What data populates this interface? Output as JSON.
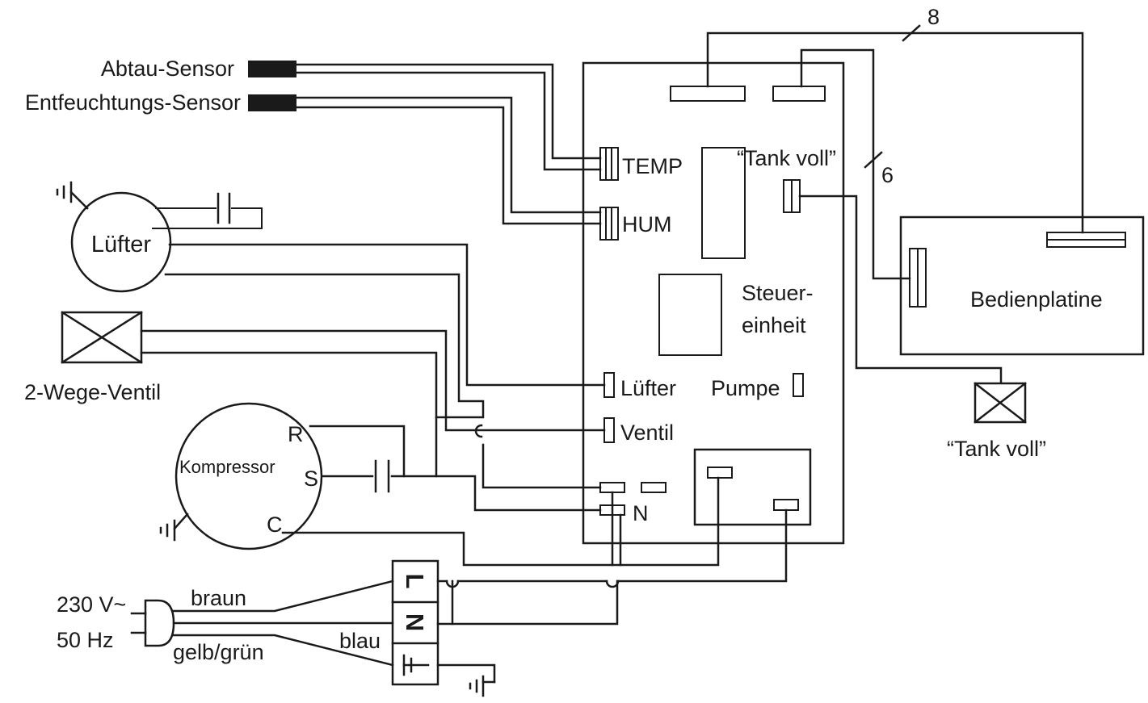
{
  "labels": {
    "abtau_sensor": "Abtau-Sensor",
    "entfeuchtungs_sensor": "Entfeuchtungs-Sensor",
    "temp": "TEMP",
    "hum": "HUM",
    "tank_voll_board": "“Tank voll”",
    "tank_voll_switch": "“Tank voll”",
    "bus_8": "8",
    "bus_6": "6",
    "luefter_motor": "Lüfter",
    "luefter_conn": "Lüfter",
    "ventil_valve": "2-Wege-Ventil",
    "ventil_conn": "Ventil",
    "steuer_1": "Steuer-",
    "steuer_2": "einheit",
    "bedienplatine": "Bedienplatine",
    "pumpe": "Pumpe",
    "kompressor": "Kompressor",
    "term_r": "R",
    "term_s": "S",
    "term_c": "C",
    "neutral_n": "N",
    "voltage": "230 V~",
    "frequency": "50 Hz",
    "wire_braun": "braun",
    "wire_blau": "blau",
    "wire_gelbgruen": "gelb/grün",
    "terminal_l": "L",
    "terminal_n": "N"
  }
}
